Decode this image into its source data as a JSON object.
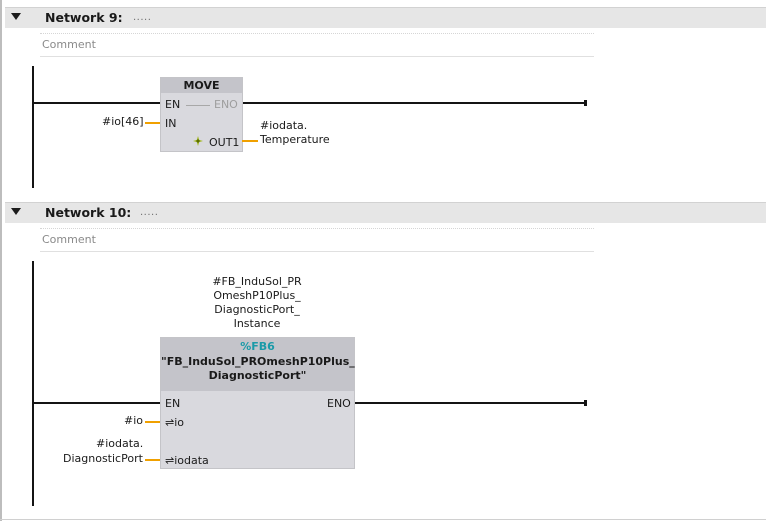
{
  "networks": [
    {
      "title": "Network 9:",
      "dots": ".....",
      "comment_placeholder": "Comment",
      "block": {
        "name": "MOVE",
        "pins": {
          "en": "EN",
          "eno": "ENO",
          "in": "IN",
          "out1": "OUT1"
        },
        "operands": {
          "in": "#io[46]",
          "out1_line1": "#iodata.",
          "out1_line2": "Temperature"
        }
      }
    },
    {
      "title": "Network 10:",
      "dots": ".....",
      "comment_placeholder": "Comment",
      "block": {
        "instance_lines": [
          "#FB_InduSol_PR",
          "OmeshP10Plus_",
          "DiagnosticPort_",
          "Instance"
        ],
        "address": "%FB6",
        "name_line1": "\"FB_InduSol_PROmeshP10Plus_",
        "name_line2": "DiagnosticPort\"",
        "pins": {
          "en": "EN",
          "eno": "ENO",
          "io": "⇌io",
          "iodata": "⇌iodata"
        },
        "operands": {
          "io": "#io",
          "iodata_line1": "#iodata.",
          "iodata_line2": "DiagnosticPort"
        }
      }
    }
  ],
  "colors": {
    "header_bg": "#e6e6e6",
    "block_bg": "#d9d9de",
    "pin_wire": "#f0a000",
    "address": "#1b9aa8"
  },
  "icons": {
    "collapse": "chevron-down-icon",
    "output": "sparkle-output-icon"
  }
}
